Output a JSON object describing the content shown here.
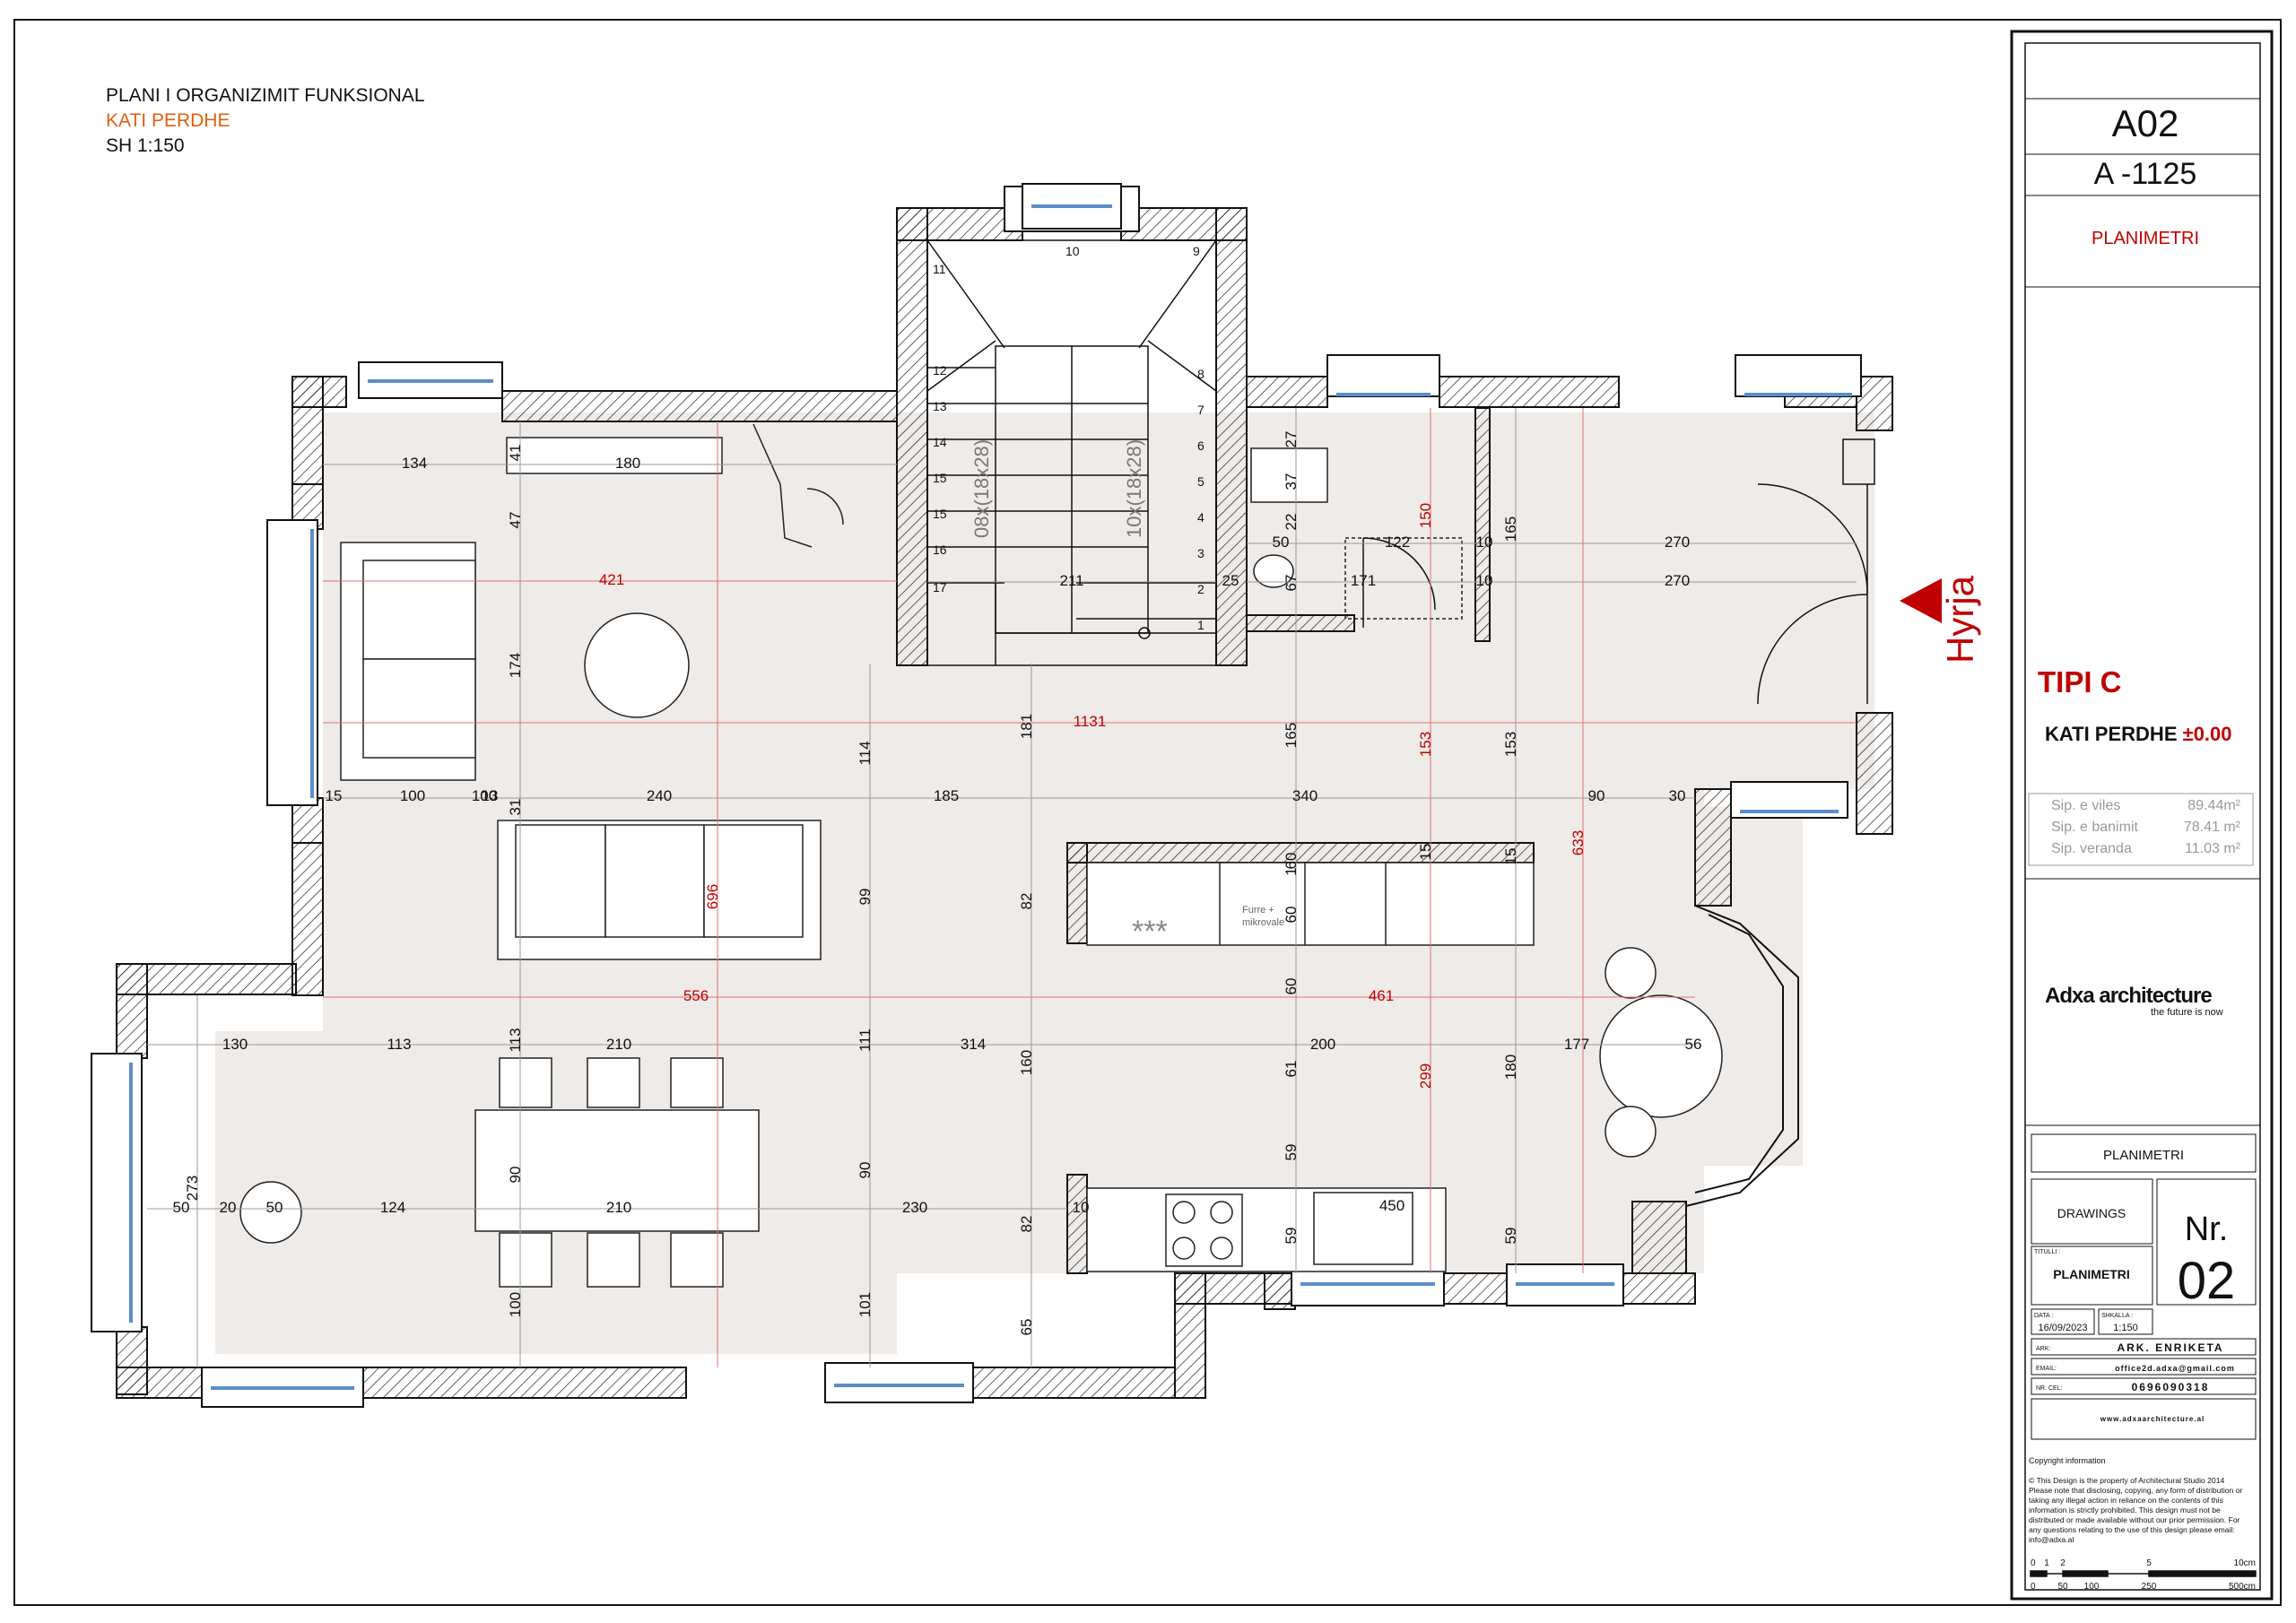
{
  "drawing": {
    "title": "PLANI I ORGANIZIMIT FUNKSIONAL",
    "subtitle": "KATI PERDHE",
    "scale": "SH  1:150",
    "entrance_label": "Hyrja",
    "stair_note_1": "08x(18x28)",
    "stair_note_2": "10x(18x28)",
    "oven_label_1": "Furre +",
    "oven_label_2": "mikrovale",
    "stars": "***",
    "stair_steps": [
      "1",
      "2",
      "3",
      "4",
      "5",
      "6",
      "7",
      "8",
      "9",
      "10",
      "11",
      "12",
      "13",
      "14",
      "15",
      "15",
      "16",
      "17"
    ],
    "dims_black": [
      "134",
      "41",
      "180",
      "47",
      "174",
      "31",
      "100",
      "15",
      "100",
      "13",
      "240",
      "185",
      "340",
      "90",
      "30",
      "114",
      "181",
      "165",
      "153",
      "27",
      "37",
      "22",
      "67",
      "50",
      "122",
      "10",
      "270",
      "165",
      "10",
      "270",
      "25",
      "211",
      "171",
      "99",
      "82",
      "60",
      "60",
      "15",
      "15",
      "130",
      "113",
      "210",
      "314",
      "200",
      "177",
      "56",
      "113",
      "111",
      "160",
      "61",
      "59",
      "90",
      "90",
      "273",
      "50",
      "20",
      "50",
      "124",
      "210",
      "230",
      "10",
      "82",
      "59",
      "450",
      "59",
      "100",
      "101",
      "65",
      "180",
      "60",
      "1"
    ],
    "dims_red": [
      "421",
      "1131",
      "150",
      "153",
      "633",
      "696",
      "556",
      "461",
      "299"
    ],
    "colors": {
      "accent": "#c00000",
      "wall": "#ffffff",
      "floor": "#eeebe8",
      "orange": "#e06010"
    }
  },
  "titleblock": {
    "sheet_code": "A02",
    "project_code": "A -1125",
    "sheet_type": "PLANIMETRI",
    "type_label": "TIPI C",
    "floor_label": "KATI PERDHE",
    "floor_level": "±0.00",
    "areas": [
      {
        "label": "Sip. e viles",
        "value": "89.44m²"
      },
      {
        "label": "Sip. e banimit",
        "value": "78.41 m²"
      },
      {
        "label": "Sip. veranda",
        "value": "11.03 m²"
      }
    ],
    "company": "Adxa architecture",
    "tagline": "the future is now",
    "drawing_name": "PLANIMETRI",
    "drawings_label": "DRAWINGS",
    "nr_label": "Nr.",
    "nr_value": "02",
    "titulli_label": "TITULLI :",
    "titulli_value": "PLANIMETRI",
    "data_label": "DATA :",
    "data_value": "16/09/2023",
    "shkalla_label": "SHKALLA :",
    "shkalla_value": "1:150",
    "ark_label": "ARK:",
    "ark_value": "ARK. ENRIKETA",
    "email_label": "EMAIL:",
    "email_value": "office2d.adxa@gmail.com",
    "tel_label": "NR. CEL:",
    "tel_value": "0696090318",
    "web_value": "www.adxaarchitecture.al",
    "copyright_title": "Copyright information",
    "copyright_lines": [
      "© This Design is the property of  Architectural Studio 2014",
      "Please note that disclosing, copying, any form of distribution or",
      "taking any illegal action in reliance on the contents of this",
      "information is strictly prohibited. This design must not be",
      "distributed or made available without our prior permission. For",
      "any questions relating to the use of this design  please email:",
      "info@adxa.al"
    ],
    "scale_top": [
      "0",
      "1",
      "2",
      "5",
      "10cm"
    ],
    "scale_bottom": [
      "0",
      "50",
      "100",
      "250",
      "500cm"
    ]
  }
}
